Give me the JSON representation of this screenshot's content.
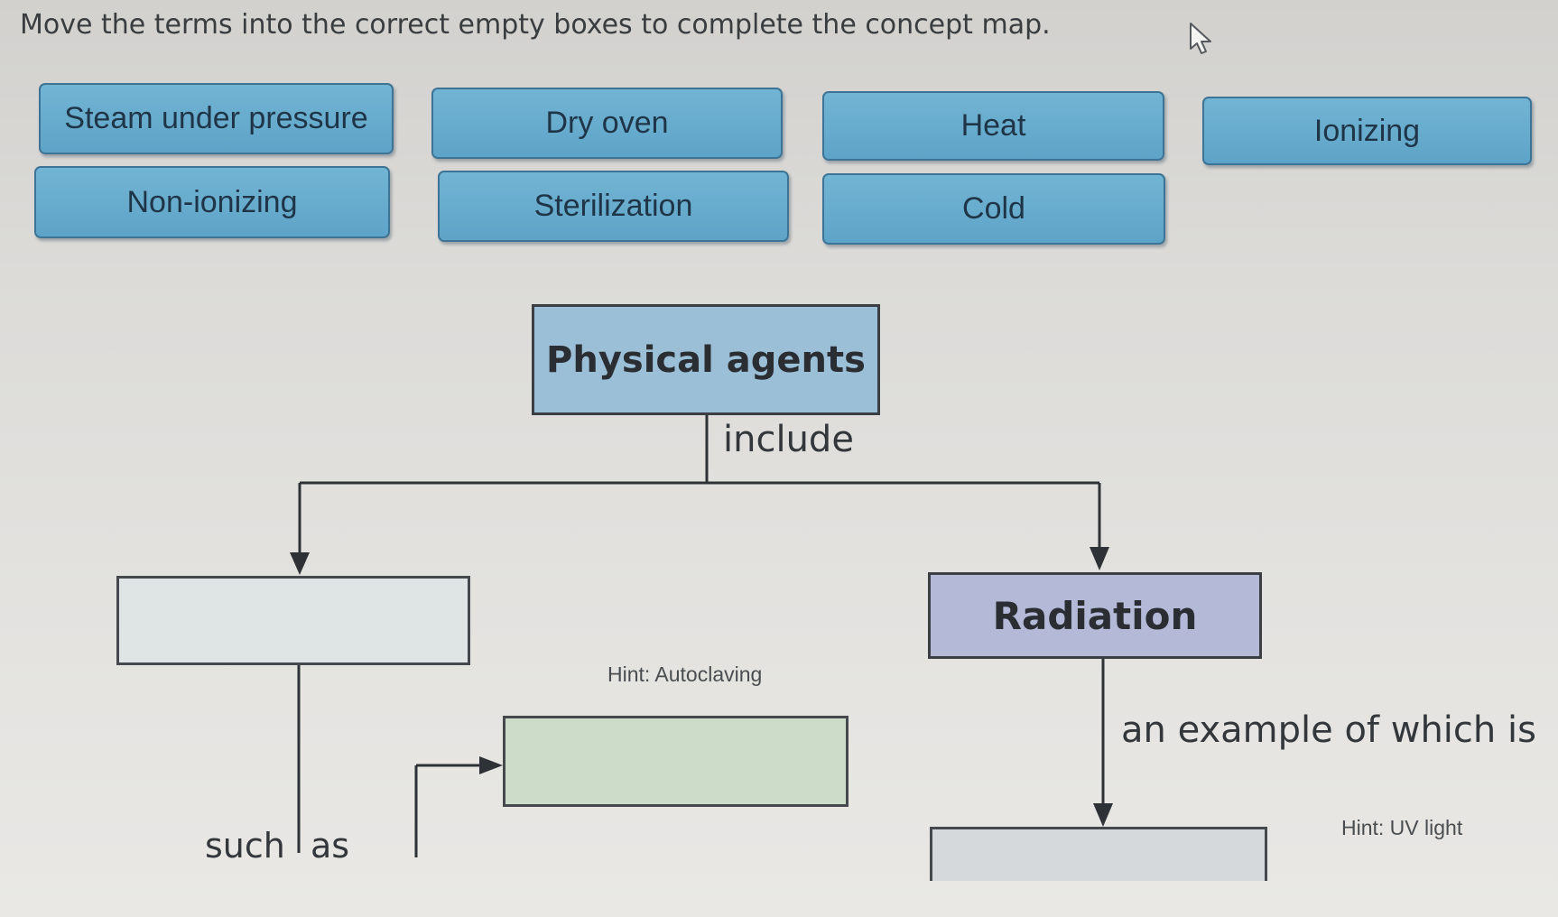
{
  "instructions": "Move the terms into the correct empty boxes to complete the concept map.",
  "terms": [
    "Steam under pressure",
    "Dry oven",
    "Heat",
    "Ionizing",
    "Non-ionizing",
    "Sterilization",
    "Cold"
  ],
  "concept_map": {
    "root": "Physical agents",
    "root_link": "include",
    "radiation": "Radiation",
    "radiation_link": "an example of which is",
    "left_link_1": "such",
    "left_link_2": "as",
    "hint_autoclaving": "Hint: Autoclaving",
    "hint_uv": "Hint: UV light"
  },
  "colors": {
    "term_fill": "#67abcd",
    "root_fill": "#9bbfd7",
    "radiation_fill": "#b3b9d6",
    "drop_left_fill": "#dfe5e5",
    "drop_mid_fill": "#cddcc8"
  },
  "icons": {
    "cursor": "arrow-cursor-icon"
  }
}
